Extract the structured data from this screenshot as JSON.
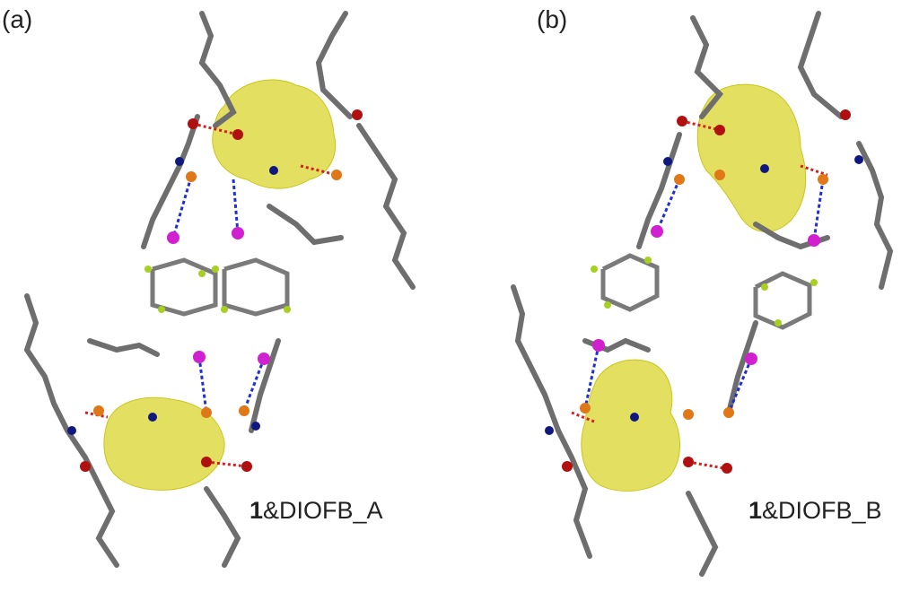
{
  "panels": [
    {
      "id": "a",
      "letter": "(a)",
      "caption_bold": "1",
      "caption_rest": "&DIOFB_A"
    },
    {
      "id": "b",
      "letter": "(b)",
      "caption_bold": "1",
      "caption_rest": "&DIOFB_B"
    }
  ],
  "colors": {
    "carbon": "#7a7a7a",
    "hydrogen": "#cfcfcf",
    "oxygen": "#b01010",
    "nitrogen": "#101880",
    "iodine": "#d020d0",
    "fluorine": "#a8d020",
    "phosphorus": "#e07818",
    "surface": "#d9d62c",
    "hbond": "#d02020",
    "halogen_bond": "#2030d0"
  }
}
